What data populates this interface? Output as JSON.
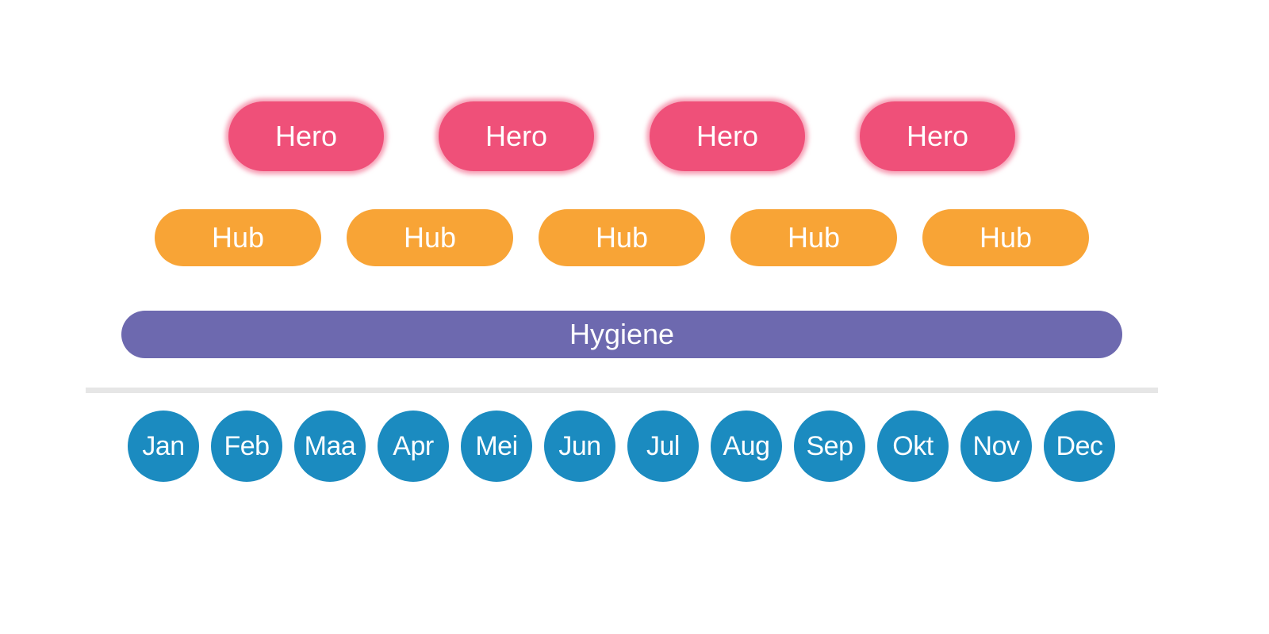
{
  "colors": {
    "hero": "#ef5079",
    "hub": "#f8a436",
    "hygiene": "#6d69af",
    "month": "#1b8bc0",
    "divider": "#e6e6e6",
    "text": "#ffffff"
  },
  "hero": [
    "Hero",
    "Hero",
    "Hero",
    "Hero"
  ],
  "hub": [
    "Hub",
    "Hub",
    "Hub",
    "Hub",
    "Hub"
  ],
  "hygiene": "Hygiene",
  "months": [
    "Jan",
    "Feb",
    "Maa",
    "Apr",
    "Mei",
    "Jun",
    "Jul",
    "Aug",
    "Sep",
    "Okt",
    "Nov",
    "Dec"
  ]
}
